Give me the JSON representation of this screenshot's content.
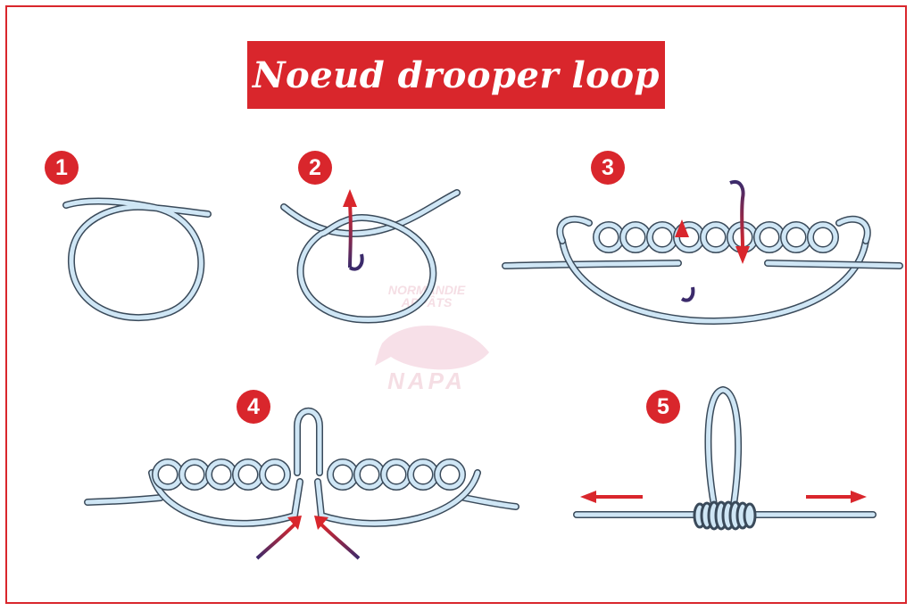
{
  "title": "Noeud drooper loop",
  "steps": [
    {
      "number": "1"
    },
    {
      "number": "2"
    },
    {
      "number": "3"
    },
    {
      "number": "4"
    },
    {
      "number": "5"
    }
  ],
  "watermark": {
    "line1": "NORMANDIE",
    "line2": "APPÂTS",
    "line3": "NAPA"
  },
  "colors": {
    "accent": "#d9262c",
    "line_fill": "#cfe6f5",
    "line_stroke": "#3a4a5a",
    "arrow_gradient": [
      "#d9262c",
      "#3b2a6b"
    ]
  }
}
